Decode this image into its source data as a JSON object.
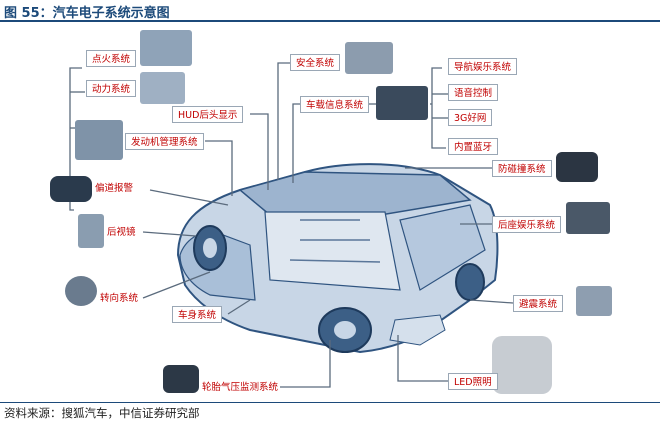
{
  "title": "图 55：汽车电子系统示意图",
  "source": "资料来源：搜狐汽车，中信证券研究部",
  "labels": {
    "ignition": "点火系统",
    "power": "动力系统",
    "hud": "HUD后头显示",
    "engine_mgmt": "发动机管理系统",
    "lane_warning": "偏道报警",
    "mirror": "后视镜",
    "steering": "转向系统",
    "body": "车身系统",
    "tpms": "轮胎气压监测系统",
    "safety": "安全系统",
    "infotainment": "车载信息系统",
    "navigation": "导航娱乐系统",
    "voice": "语音控制",
    "net3g": "3G好网",
    "bluetooth": "内置蓝牙",
    "anti_collision": "防碰撞系统",
    "rear_entertainment": "后座娱乐系统",
    "suspension": "避震系统",
    "led": "LED照明"
  },
  "colors": {
    "header": "#1c4a7a",
    "label_text": "#c00000",
    "car": "#4a6f98",
    "line": "#5b6b7d"
  }
}
